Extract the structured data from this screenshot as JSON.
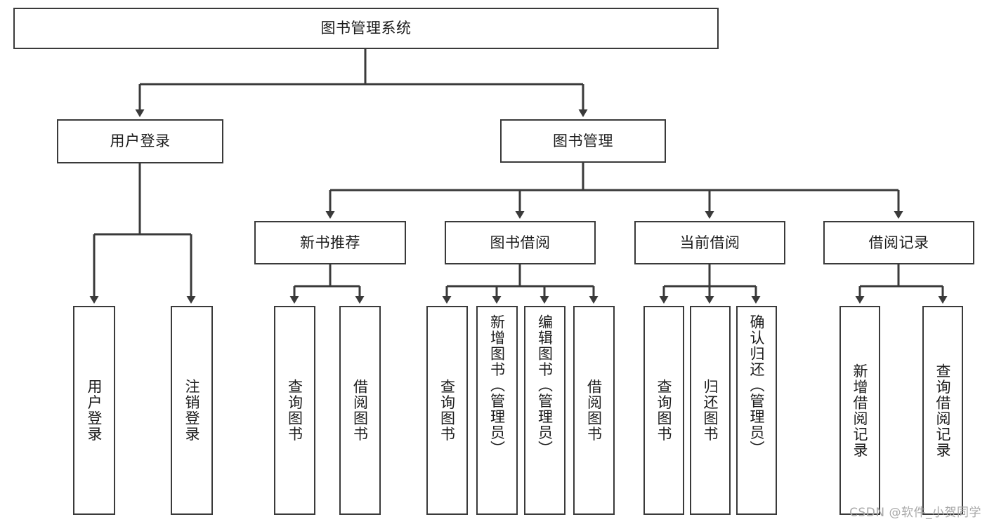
{
  "diagram": {
    "title": "图书管理系统",
    "type": "hierarchy-tree",
    "root": {
      "id": "root",
      "label": "图书管理系统",
      "orientation": "horizontal"
    },
    "level1": [
      {
        "id": "user-login",
        "label": "用户登录",
        "orientation": "horizontal"
      },
      {
        "id": "book-manage",
        "label": "图书管理",
        "orientation": "horizontal"
      }
    ],
    "level2": [
      {
        "id": "new-book-recommend",
        "label": "新书推荐",
        "orientation": "horizontal",
        "parent": "book-manage"
      },
      {
        "id": "book-borrow",
        "label": "图书借阅",
        "orientation": "horizontal",
        "parent": "book-manage"
      },
      {
        "id": "current-borrow",
        "label": "当前借阅",
        "orientation": "horizontal",
        "parent": "book-manage"
      },
      {
        "id": "borrow-record",
        "label": "借阅记录",
        "orientation": "horizontal",
        "parent": "book-manage"
      }
    ],
    "leaves": [
      {
        "id": "leaf-user-login",
        "label": "用户登录",
        "parent": "user-login"
      },
      {
        "id": "leaf-logout-login",
        "label": "注销登录",
        "parent": "user-login"
      },
      {
        "id": "leaf-query-book-1",
        "label": "查询图书",
        "parent": "new-book-recommend"
      },
      {
        "id": "leaf-borrow-book-1",
        "label": "借阅图书",
        "parent": "new-book-recommend"
      },
      {
        "id": "leaf-query-book-2",
        "label": "查询图书",
        "parent": "book-borrow"
      },
      {
        "id": "leaf-add-book",
        "label": "新增图书（管理员）",
        "parent": "book-borrow"
      },
      {
        "id": "leaf-edit-book",
        "label": "编辑图书（管理员）",
        "parent": "book-borrow"
      },
      {
        "id": "leaf-borrow-book-2",
        "label": "借阅图书",
        "parent": "book-borrow"
      },
      {
        "id": "leaf-query-book-3",
        "label": "查询图书",
        "parent": "current-borrow"
      },
      {
        "id": "leaf-return-book",
        "label": "归还图书",
        "parent": "current-borrow"
      },
      {
        "id": "leaf-confirm-return",
        "label": "确认归还（管理员）",
        "parent": "current-borrow"
      },
      {
        "id": "leaf-add-record",
        "label": "新增借阅记录",
        "parent": "borrow-record"
      },
      {
        "id": "leaf-query-record",
        "label": "查询借阅记录",
        "parent": "borrow-record"
      }
    ],
    "colors": {
      "stroke": "#3a3a3a",
      "fill": "#ffffff",
      "text": "#1b1b1b",
      "watermark": "#a8a8a8"
    }
  },
  "watermark": {
    "text": "CSDN @软件_小贺同学"
  }
}
